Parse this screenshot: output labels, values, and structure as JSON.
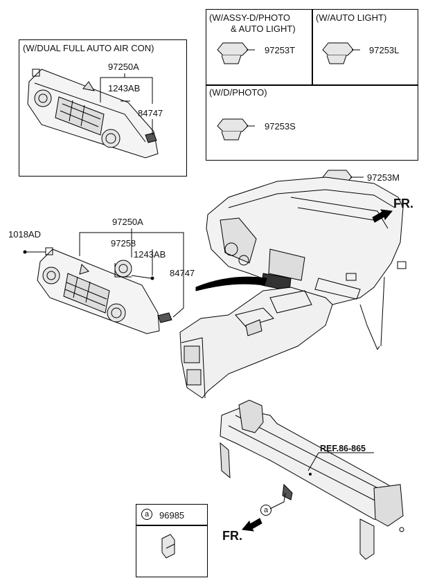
{
  "inset_dual": {
    "title": "(W/DUAL FULL AUTO AIR CON)",
    "part_main": "97250A",
    "part_screw": "1243AB",
    "part_switch": "84747"
  },
  "inset_photo": {
    "cell1_line1": "(W/ASSY-D/PHOTO",
    "cell1_line2": "& AUTO LIGHT)",
    "cell1_part": "97253T",
    "cell2_title": "(W/AUTO LIGHT)",
    "cell2_part": "97253L",
    "cell3_title": "(W/D/PHOTO)",
    "cell3_part": "97253S"
  },
  "main": {
    "part_sensor_top": "97253M",
    "fr_top": "FR.",
    "part_main": "97250A",
    "part_bolt": "1018AD",
    "part_blower": "97258",
    "part_screw": "1243AB",
    "part_switch": "84747",
    "ref_label": "REF.86-865",
    "callout": "a",
    "fr_bottom": "FR."
  },
  "legend_box": {
    "callout": "a",
    "part": "96985"
  }
}
